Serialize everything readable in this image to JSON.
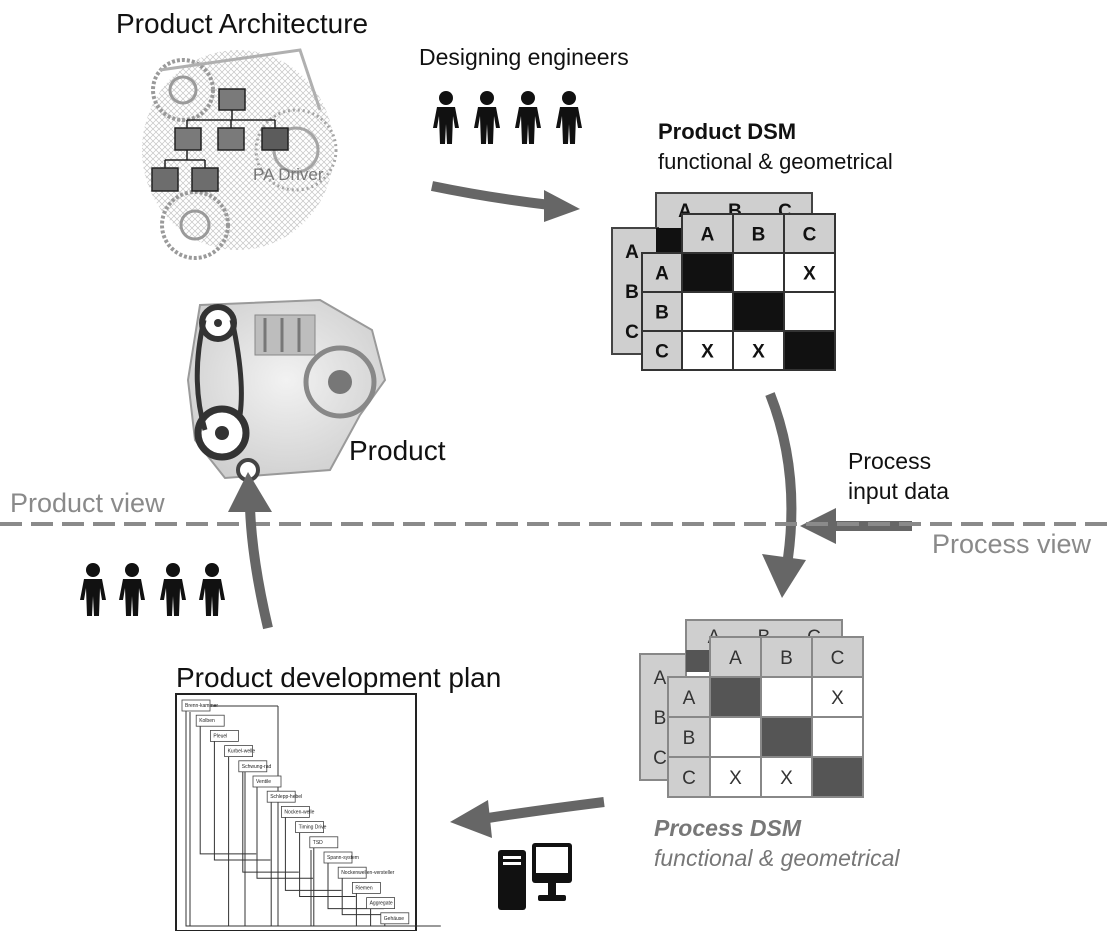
{
  "labels": {
    "product_architecture": "Product Architecture",
    "designing_engineers": "Designing engineers",
    "pa_driver": "PA Driver",
    "product_dsm_title": "Product DSM",
    "product_dsm_subtitle": "functional & geometrical",
    "product": "Product",
    "product_view": "Product view",
    "process_input_line1": "Process",
    "process_input_line2": "input data",
    "process_view": "Process view",
    "product_development_plan": "Product development plan",
    "process_dsm_title": "Process DSM",
    "process_dsm_subtitle": "functional & geometrical"
  },
  "product_dsm": {
    "headers": [
      "A",
      "B",
      "C"
    ],
    "row_headers": [
      "A",
      "B",
      "C"
    ],
    "cells": [
      [
        "filled",
        "",
        "X"
      ],
      [
        "",
        "filled",
        ""
      ],
      [
        "X",
        "X",
        "filled"
      ]
    ],
    "fill_color": "#111111"
  },
  "process_dsm": {
    "headers": [
      "A",
      "B",
      "C"
    ],
    "row_headers": [
      "A",
      "B",
      "C"
    ],
    "cells": [
      [
        "filled",
        "",
        "X"
      ],
      [
        "",
        "filled",
        ""
      ],
      [
        "X",
        "X",
        "filled"
      ]
    ],
    "fill_color": "#555555"
  },
  "plan_tasks": [
    "Brenn-kammer",
    "Kolben",
    "Pleuel",
    "Kurbel-welle",
    "Schwung-rad",
    "Ventile",
    "Schlepp-hebel",
    "Nocken-welle",
    "Timing Drive",
    "TSD",
    "Spann-system",
    "Nockenwellen-versteller",
    "Riemen",
    "Aggregate",
    "Gehäuse"
  ],
  "colors": {
    "arrow": "#666666",
    "divider": "#8a8a8a",
    "header_gray": "#cfcfcf",
    "icon": "#111111"
  },
  "icons": [
    "person-icon",
    "engine-image",
    "hierarchy-icon",
    "computer-icon"
  ]
}
